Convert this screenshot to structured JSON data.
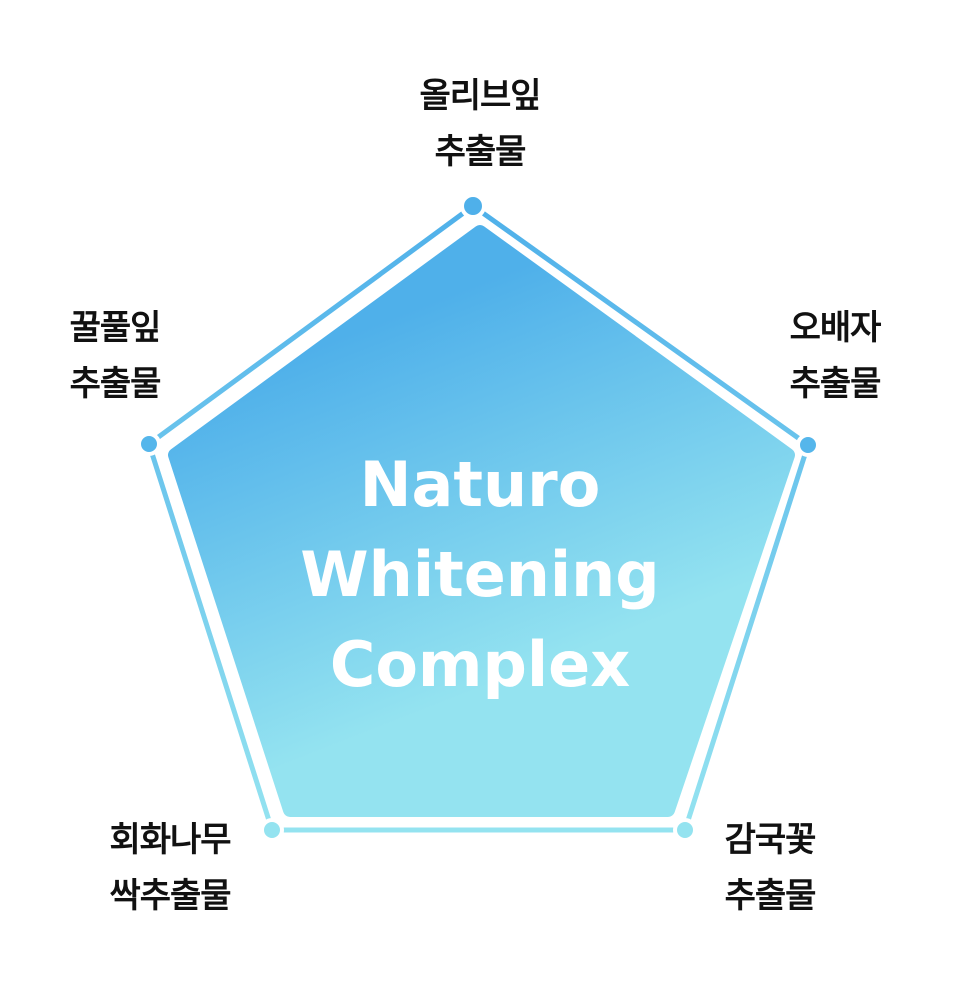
{
  "center_title": {
    "line1": "Naturo",
    "line2": "Whitening",
    "line3": "Complex"
  },
  "nodes": [
    {
      "line1": "올리브잎",
      "line2": "추출물"
    },
    {
      "line1": "오배자",
      "line2": "추출물"
    },
    {
      "line1": "감국꽃",
      "line2": "추출물"
    },
    {
      "line1": "회화나무",
      "line2": "싹추출물"
    },
    {
      "line1": "꿀풀잎",
      "line2": "추출물"
    }
  ],
  "colors": {
    "gradient_top": "#4fb0ea",
    "gradient_bottom": "#94e3f0",
    "text": "#111111"
  }
}
